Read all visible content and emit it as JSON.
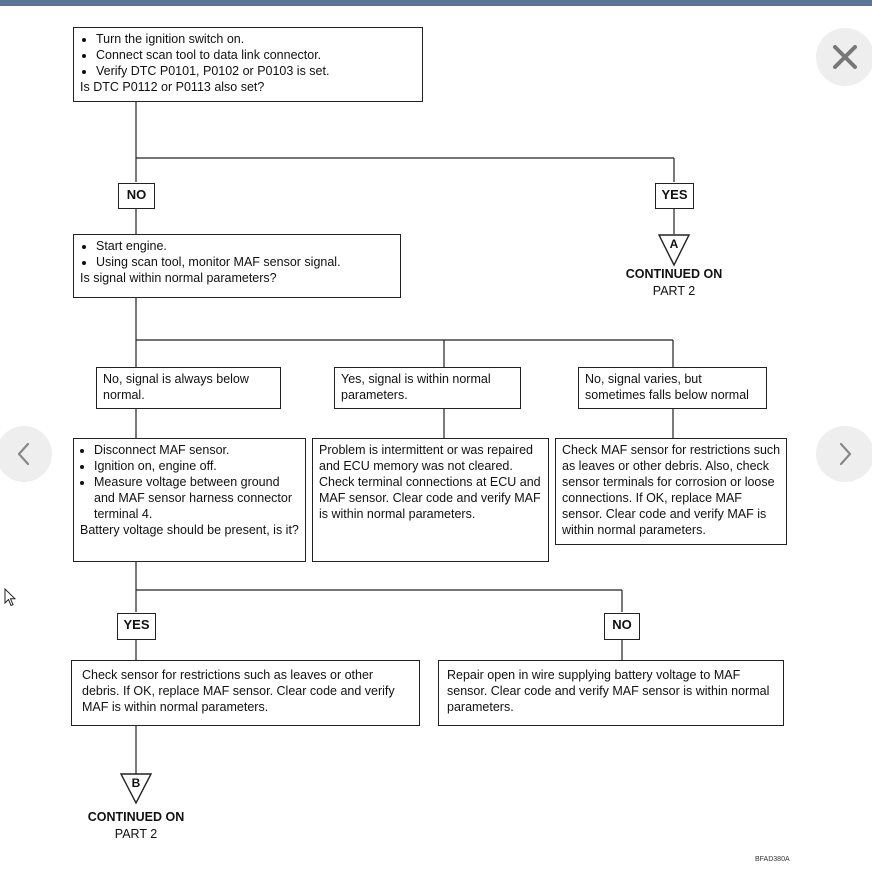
{
  "box1": {
    "items": [
      "Turn the ignition switch on.",
      "Connect scan tool to data link connector.",
      "Verify DTC P0101, P0102 or P0103 is set."
    ],
    "question": "Is DTC P0112 or P0113 also set?"
  },
  "labels": {
    "no1": "NO",
    "yes1": "YES",
    "yes2": "YES",
    "no2": "NO"
  },
  "box2": {
    "items": [
      "Start engine.",
      "Using scan tool, monitor MAF sensor signal."
    ],
    "question": "Is signal within normal parameters?"
  },
  "continued": {
    "a_letter": "A",
    "a_head": "CONTINUED ON",
    "a_part": "PART 2",
    "b_letter": "B",
    "b_head": "CONTINUED ON",
    "b_part": "PART 2"
  },
  "branch": {
    "left": "No, signal is always below normal.",
    "middle": "Yes, signal is within normal parameters.",
    "right": "No, signal varies, but sometimes falls below normal"
  },
  "step_left": {
    "items": [
      "Disconnect MAF sensor.",
      "Ignition on, engine off.",
      "Measure voltage between ground and MAF sensor harness connector terminal 4."
    ],
    "question": "Battery voltage should be present, is it?"
  },
  "step_middle": "Problem is intermittent or was repaired and ECU memory was not cleared. Check terminal connections at ECU and MAF sensor. Clear code and verify MAF is within normal parameters.",
  "step_right": "Check MAF sensor for restrictions such as leaves or other debris. Also, check sensor terminals for corrosion or loose connections. If OK, replace MAF sensor. Clear code and verify MAF is within normal parameters.",
  "result_yes": "Check sensor for restrictions such as leaves or other debris. If OK, replace MAF sensor. Clear code and verify MAF is within normal parameters.",
  "result_no": "Repair open in wire supplying battery voltage to MAF sensor. Clear code and verify MAF sensor is within normal parameters.",
  "figure_id": "BFAD380A",
  "icons": {
    "close": "close-icon",
    "prev": "chevron-left-icon",
    "next": "chevron-right-icon",
    "cursor": "mouse-pointer-icon"
  },
  "colors": {
    "topbar": "#5a7595",
    "nav_bg": "#eeeeee",
    "icon": "#777777"
  }
}
